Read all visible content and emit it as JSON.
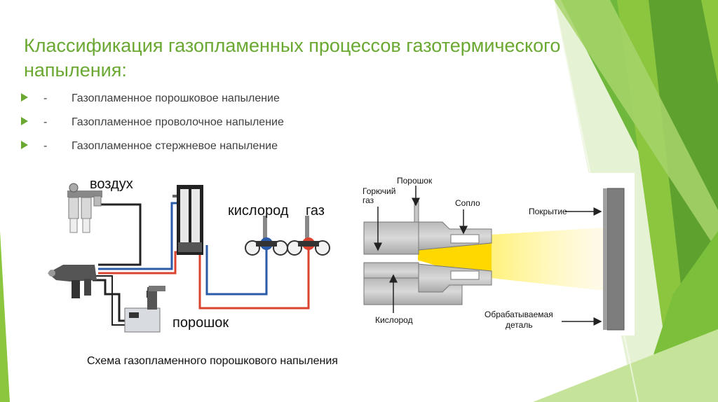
{
  "slide": {
    "title": "Классификация газопламенных процессов газотермического напыления:",
    "bullets": [
      {
        "dash": "-",
        "text": "Газопламенное порошковое напыление"
      },
      {
        "dash": "-",
        "text": "Газопламенное проволочное напыление"
      },
      {
        "dash": "-",
        "text": "Газопламенное стержневое напыление"
      }
    ],
    "left_diagram": {
      "air": "воздух",
      "oxygen": "кислород",
      "gas": "газ",
      "powder": "порошок"
    },
    "right_diagram": {
      "powder": "Порошок",
      "fuel_gas": "Горючий газ",
      "nozzle": "Сопло",
      "coating": "Покрытие",
      "oxygen": "Кислород",
      "workpiece_line1": "Обрабатываемая",
      "workpiece_line2": "деталь"
    },
    "caption": "Схема газопламенного порошкового напыления"
  },
  "colors": {
    "accent": "#6aa832",
    "dark_green": "#4f8a2b",
    "light_green": "#c6e39a",
    "flame": "#ffe000",
    "oxygen_hose": "#2a5aa8",
    "gas_hose": "#d9432f"
  }
}
